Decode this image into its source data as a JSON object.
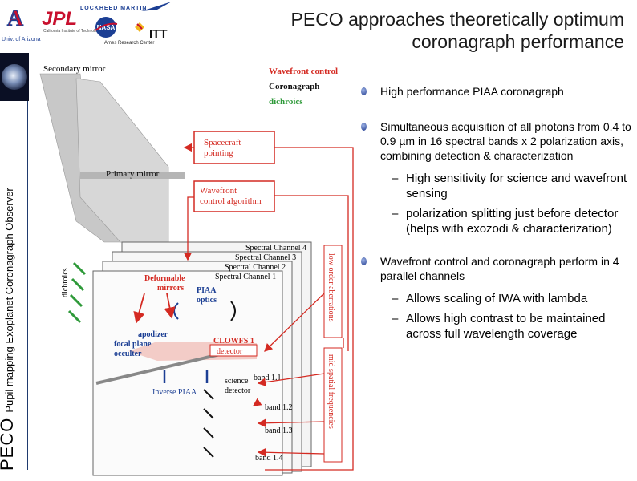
{
  "title": "PECO approaches theoretically optimum coronagraph performance",
  "logos": {
    "univ_arizona": "Univ. of Arizona",
    "jpl": "JPL",
    "caltech": "California Institute of Technology",
    "lockheed": "LOCKHEED MARTIN",
    "nasa": "NASA",
    "ames": "Ames Research Center",
    "itt": "ITT"
  },
  "side_label": {
    "acronym": "PECO",
    "subtitle": "Pupil mapping Exoplanet Coronagraph Observer"
  },
  "diagram": {
    "legend": [
      "Wavefront control",
      "Coronagraph",
      "dichroics"
    ],
    "secondary_mirror": "Secondary mirror",
    "primary_mirror": "Primary mirror",
    "spacecraft_pointing": [
      "Spacecraft",
      "pointing"
    ],
    "wavefront_control_algorithm": [
      "Wavefront",
      "control algorithm"
    ],
    "spectral_channels": [
      "Spectral Channel 4",
      "Spectral Channel 3",
      "Spectral Channel 2",
      "Spectral Channel 1"
    ],
    "dichroics": "dichroics",
    "deformable_mirrors": [
      "Deformable",
      "mirrors"
    ],
    "piaa_optics": [
      "PIAA",
      "optics"
    ],
    "apodizer": "apodizer",
    "focal_plane_occulter": [
      "focal plane",
      "occulter"
    ],
    "clowfs": "CLOWFS 1",
    "detector": "detector",
    "inverse_piaa": "Inverse PIAA",
    "science_detector": [
      "science",
      "detector"
    ],
    "bands": [
      "band 1.1",
      "band 1.2",
      "band 1.3",
      "band 1.4"
    ],
    "low_order": "low order aberrations",
    "mid_spatial": "mid spatial frequencies"
  },
  "bullets": [
    {
      "text": "High performance PIAA coronagraph",
      "subs": []
    },
    {
      "text": "Simultaneous acquisition of all photons from 0.4 to 0.9 µm in 16 spectral bands x 2 polarization axis, combining detection & characterization",
      "subs": [
        "High sensitivity for science and wavefront sensing",
        "polarization splitting just before detector (helps with exozodi & characterization)"
      ]
    },
    {
      "text": "Wavefront control and coronagraph perform in 4 parallel channels",
      "subs": [
        "Allows scaling of IWA with lambda",
        "Allows high contrast to be maintained across full wavelength coverage"
      ]
    }
  ],
  "colors": {
    "accent_red": "#d42a22",
    "logo_blue": "#1c3f94",
    "dichroic_green": "#2f9a3a"
  }
}
